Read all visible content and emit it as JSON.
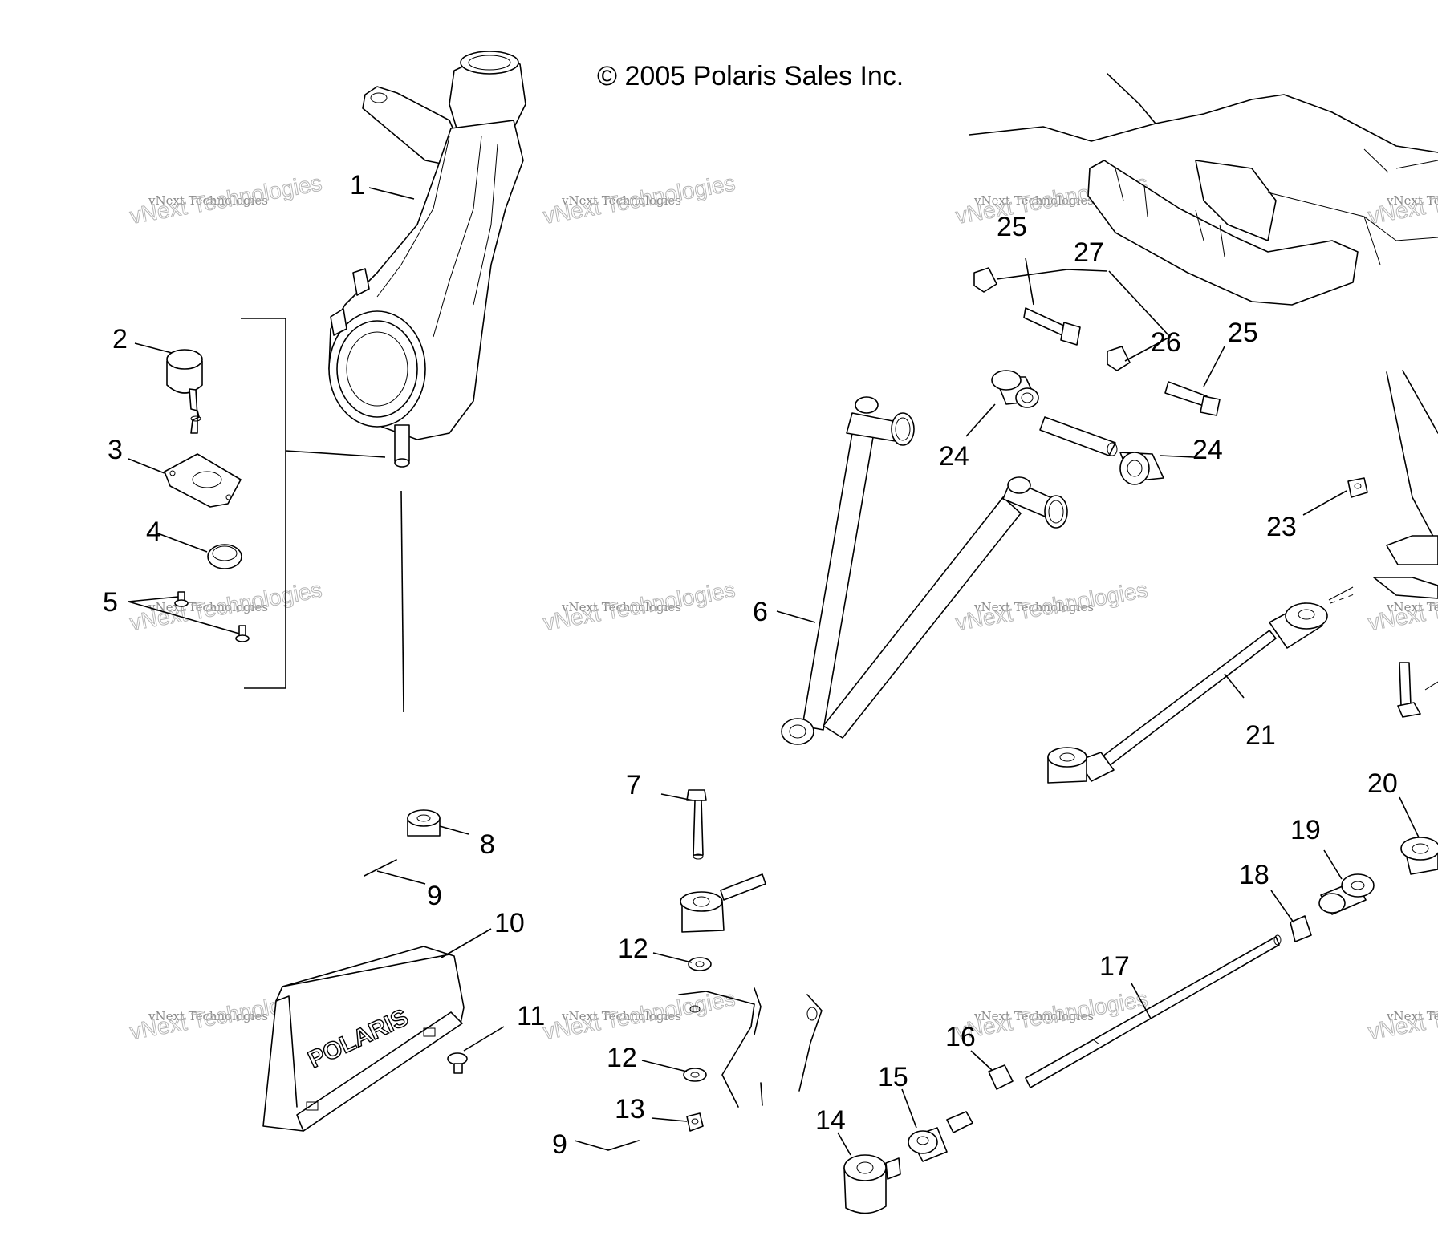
{
  "copyright": "© 2005 Polaris Sales Inc.",
  "watermark": {
    "line1": "vNext Technologies",
    "line2": "vNext Technologies"
  },
  "hood_logo": "POLARIS",
  "callouts": [
    {
      "id": "c1",
      "label": "1"
    },
    {
      "id": "c2",
      "label": "2"
    },
    {
      "id": "c3",
      "label": "3"
    },
    {
      "id": "c4",
      "label": "4"
    },
    {
      "id": "c5",
      "label": "5"
    },
    {
      "id": "c6",
      "label": "6"
    },
    {
      "id": "c7",
      "label": "7"
    },
    {
      "id": "c8",
      "label": "8"
    },
    {
      "id": "c9a",
      "label": "9"
    },
    {
      "id": "c9b",
      "label": "9"
    },
    {
      "id": "c10",
      "label": "10"
    },
    {
      "id": "c11",
      "label": "11"
    },
    {
      "id": "c12a",
      "label": "12"
    },
    {
      "id": "c12b",
      "label": "12"
    },
    {
      "id": "c13",
      "label": "13"
    },
    {
      "id": "c14",
      "label": "14"
    },
    {
      "id": "c15",
      "label": "15"
    },
    {
      "id": "c16",
      "label": "16"
    },
    {
      "id": "c17",
      "label": "17"
    },
    {
      "id": "c18",
      "label": "18"
    },
    {
      "id": "c19",
      "label": "19"
    },
    {
      "id": "c20",
      "label": "20"
    },
    {
      "id": "c21",
      "label": "21"
    },
    {
      "id": "c23",
      "label": "23"
    },
    {
      "id": "c24a",
      "label": "24"
    },
    {
      "id": "c24b",
      "label": "24"
    },
    {
      "id": "c25a",
      "label": "25"
    },
    {
      "id": "c25b",
      "label": "25"
    },
    {
      "id": "c26",
      "label": "26"
    },
    {
      "id": "c27",
      "label": "27"
    }
  ]
}
